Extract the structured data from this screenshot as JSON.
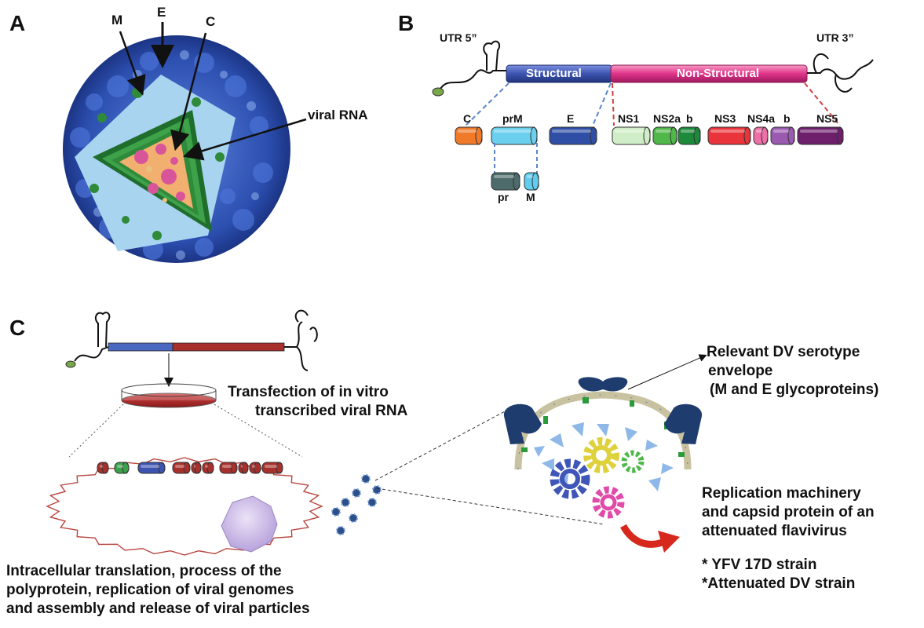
{
  "panels": {
    "a": "A",
    "b": "B",
    "c": "C"
  },
  "panel_a": {
    "label_m": "M",
    "label_e": "E",
    "label_c": "C",
    "label_rna": "viral RNA"
  },
  "panel_b": {
    "utr5": "UTR 5”",
    "utr3": "UTR 3”",
    "structural": "Structural",
    "nonstructural": "Non-Structural",
    "genes": [
      {
        "name": "C",
        "color": "#f07a2a"
      },
      {
        "name": "prM",
        "color": "#6ad0ee"
      },
      {
        "name": "E",
        "color": "#2f4fa6"
      },
      {
        "name": "NS1",
        "color": "#cfeec7"
      },
      {
        "name": "NS2a",
        "color": "#4fb848"
      },
      {
        "name": "b",
        "color": "#1c8a3a"
      },
      {
        "name": "NS3",
        "color": "#e8343a"
      },
      {
        "name": "NS4a",
        "color": "#ef6fa8"
      },
      {
        "name": "b",
        "color": "#9a5ab0"
      },
      {
        "name": "NS5",
        "color": "#6d1f6b"
      }
    ],
    "sub_genes": [
      {
        "name": "pr",
        "color": "#4d6b6b"
      },
      {
        "name": "M",
        "color": "#5ecdf0"
      }
    ]
  },
  "panel_c": {
    "transfection_line1": "Transfection of in vitro",
    "transfection_line2": "transcribed viral RNA",
    "intracellular_line1": "Intracellular translation, process of the",
    "intracellular_line2": "polyprotein, replication of viral genomes",
    "intracellular_line3": "and assembly and release of viral particles",
    "envelope_line1": "Relevant DV serotype",
    "envelope_line2": "envelope",
    "envelope_line3": "(M and E glycoproteins)",
    "replication_line1": "Replication machinery",
    "replication_line2": "and capsid protein of an",
    "replication_line3": "attenuated flavivirus",
    "strain1": "* YFV 17D strain",
    "strain2": "*Attenuated DV strain"
  },
  "colors": {
    "envelope_blue": "#2c4fb0",
    "membrane_lightblue": "#a8d4f0",
    "capsid_green": "#2f8a3a",
    "core_orange": "#f2b070",
    "rna_pink": "#d9559a",
    "structural_bar": "#3c54b0",
    "nonstructural_bar": "#e0338a",
    "genome_red": "#a8302c",
    "cell_outline": "#b8453e",
    "nucleus": "#cdbde8"
  }
}
